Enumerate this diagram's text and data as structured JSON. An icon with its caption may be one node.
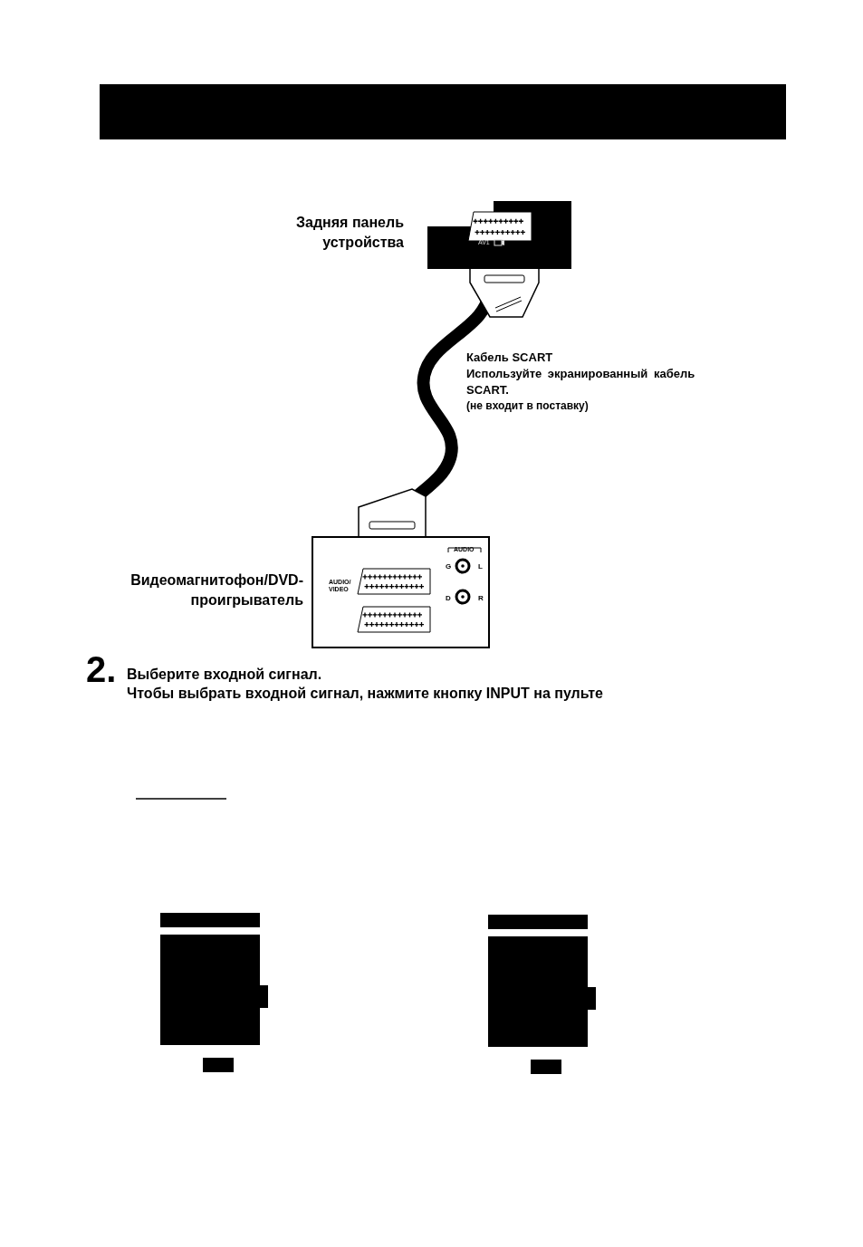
{
  "diagram": {
    "nodes": [
      {
        "text": [],
        "shape": "bar"
      },
      {
        "text": [
          "AV1"
        ],
        "beside": [
          "Задняя панель устройства"
        ]
      },
      {
        "text": [
          "AUDIO/ VIDEO",
          "AUDIO",
          "G",
          "L",
          "D",
          "R"
        ],
        "beside": [
          "Видеомагнитофон/DVD- проигрыватель"
        ]
      }
    ],
    "edges": [
      {
        "from": 1,
        "to": 2,
        "arrow": "none"
      }
    ],
    "labels": [
      "Кабель SCART",
      "Используйте экранированный кабель SCART.",
      "(не входит в поставку)",
      "2.",
      "Выберите входной сигнал.",
      "Чтобы выбрать входной сигнал, нажмите кнопку INPUT на пульте"
    ]
  }
}
